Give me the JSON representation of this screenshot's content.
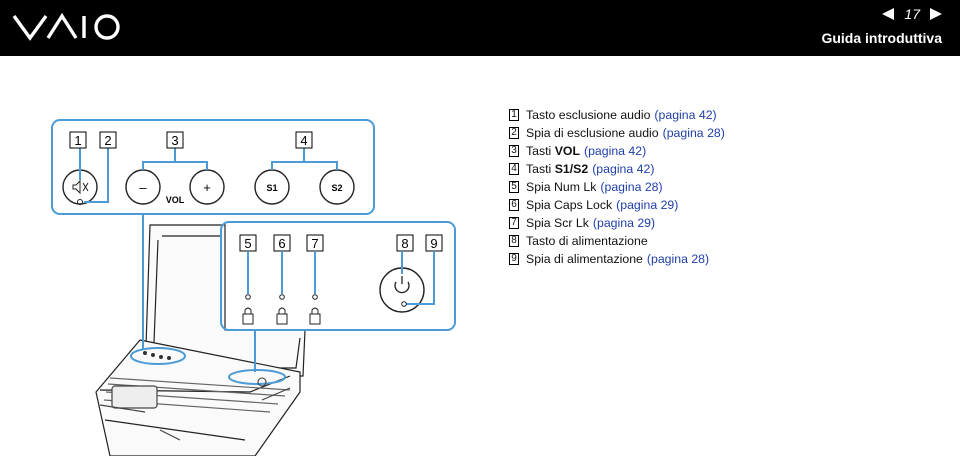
{
  "header": {
    "logo_label": "VAIO",
    "page_number": "17",
    "section_title": "Guida introduttiva",
    "colors": {
      "header_bg": "#000000",
      "text": "#ffffff",
      "callout": "#4a9bd6",
      "link": "#1f3fa8"
    }
  },
  "callouts": {
    "n1": "1",
    "n2": "2",
    "n3": "3",
    "n4": "4",
    "n5": "5",
    "n6": "6",
    "n7": "7",
    "n8": "8",
    "n9": "9",
    "vol_label": "VOL",
    "s1_label": "S1",
    "s2_label": "S2",
    "minus": "–",
    "plus": "+"
  },
  "legend": [
    {
      "num": "1",
      "text": "Tasto esclusione audio",
      "link": "(pagina 42)"
    },
    {
      "num": "2",
      "text": "Spia di esclusione audio",
      "link": "(pagina 28)"
    },
    {
      "num": "3",
      "text": "Tasti ",
      "bold": "VOL",
      "link": "(pagina 42)"
    },
    {
      "num": "4",
      "text": "Tasti ",
      "bold": "S1/S2",
      "link": "(pagina 42)"
    },
    {
      "num": "5",
      "text": "Spia Num Lk",
      "link": "(pagina 28)"
    },
    {
      "num": "6",
      "text": "Spia Caps Lock",
      "link": "(pagina 29)"
    },
    {
      "num": "7",
      "text": "Spia Scr Lk",
      "link": "(pagina 29)"
    },
    {
      "num": "8",
      "text": "Tasto di alimentazione",
      "link": ""
    },
    {
      "num": "9",
      "text": "Spia di alimentazione",
      "link": "(pagina 28)"
    }
  ]
}
